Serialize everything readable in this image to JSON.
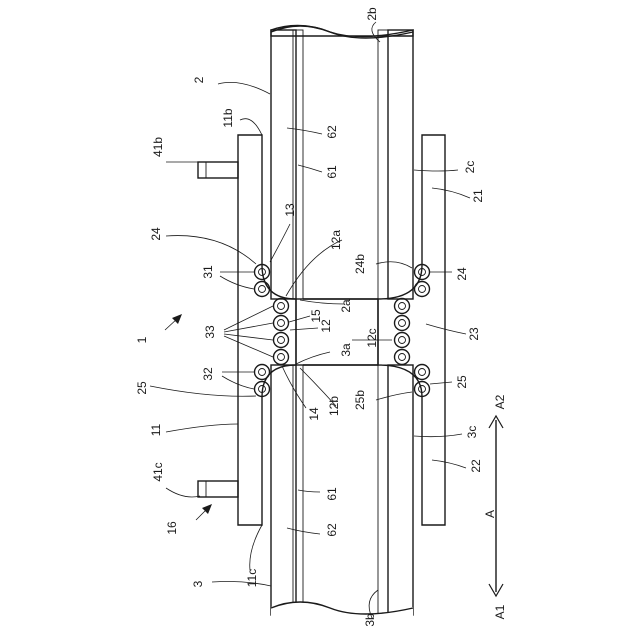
{
  "labels": {
    "pipe_upper": "2",
    "pipe_upper_far_end": "2b",
    "sleeve_end_upper": "11b",
    "port_upper": "41b",
    "layer_outer_upper": "62",
    "layer_inner_upper": "61",
    "sleeve_gap_upper": "2c",
    "sleeve_part_upper": "21",
    "seal_retainer": "13",
    "groove_upper": "24",
    "groove_upper_right": "24",
    "groove_upper_b": "24b",
    "ring_upper": "31",
    "spacer_upper": "12a",
    "pipe_upper_end": "2a",
    "ring_middle": "33",
    "spacer_upper_ring": "15",
    "spacer": "12",
    "spacer_inner": "12c",
    "sleeve_middle": "23",
    "assembly": "1",
    "pipe_lower_end": "3a",
    "ring_lower": "32",
    "groove_lower": "25",
    "groove_lower_right": "25",
    "groove_lower_b": "25b",
    "spacer_ring_lower": "14",
    "spacer_lower": "12b",
    "sleeve": "11",
    "sleeve_gap_lower": "3c",
    "sleeve_part_lower": "22",
    "port_lower": "41c",
    "layer_inner_lower": "61",
    "port_body": "16",
    "layer_outer_lower": "62",
    "pipe_lower": "3",
    "sleeve_end_lower": "11c",
    "pipe_lower_far_end": "3b",
    "direction": "A",
    "direction_1": "A1",
    "direction_2": "A2"
  }
}
